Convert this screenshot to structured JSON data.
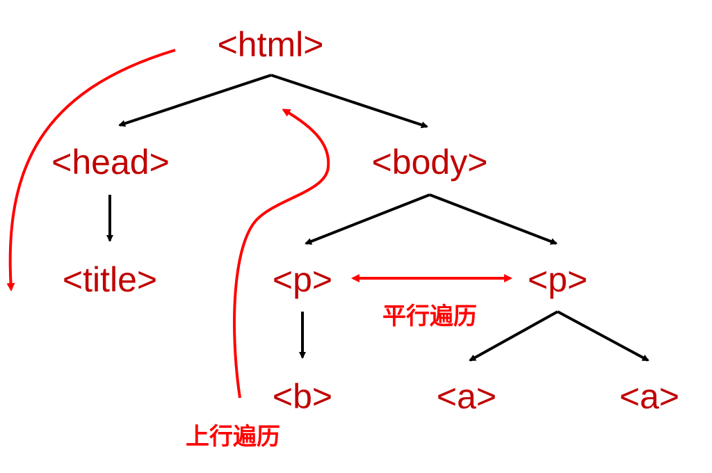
{
  "tree": {
    "nodes": {
      "html": "<html>",
      "head": "<head>",
      "body": "<body>",
      "title": "<title>",
      "p_left": "<p>",
      "p_right": "<p>",
      "b": "<b>",
      "a_left": "<a>",
      "a_right": "<a>"
    }
  },
  "labels": {
    "sibling_traversal": "平行遍历",
    "upward_traversal": "上行遍历"
  },
  "colors": {
    "tag_text": "#c00000",
    "tree_edge": "#000000",
    "traversal": "#ff0000"
  }
}
